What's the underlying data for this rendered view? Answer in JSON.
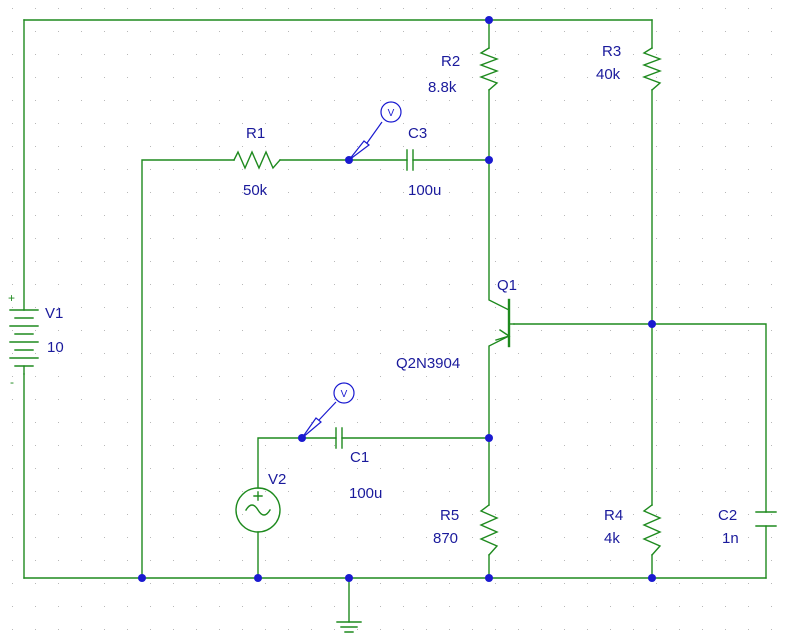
{
  "components": {
    "v1": {
      "ref": "V1",
      "value": "10",
      "plus": "+",
      "minus": "-"
    },
    "v2": {
      "ref": "V2"
    },
    "r1": {
      "ref": "R1",
      "value": "50k"
    },
    "r2": {
      "ref": "R2",
      "value": "8.8k"
    },
    "r3": {
      "ref": "R3",
      "value": "40k"
    },
    "r4": {
      "ref": "R4",
      "value": "4k"
    },
    "r5": {
      "ref": "R5",
      "value": "870"
    },
    "c1": {
      "ref": "C1",
      "value": "100u"
    },
    "c2": {
      "ref": "C2",
      "value": "1n"
    },
    "c3": {
      "ref": "C3",
      "value": "100u"
    },
    "q1": {
      "ref": "Q1",
      "model": "Q2N3904"
    }
  },
  "probes": {
    "probe1": {
      "label": "V"
    },
    "probe2": {
      "label": "V"
    }
  },
  "colors": {
    "wire": "#1e8a1e",
    "label": "#1a1a9c",
    "node": "#1a1ad0",
    "grid_dot": "#b8b8b8",
    "background": "#ffffff"
  }
}
